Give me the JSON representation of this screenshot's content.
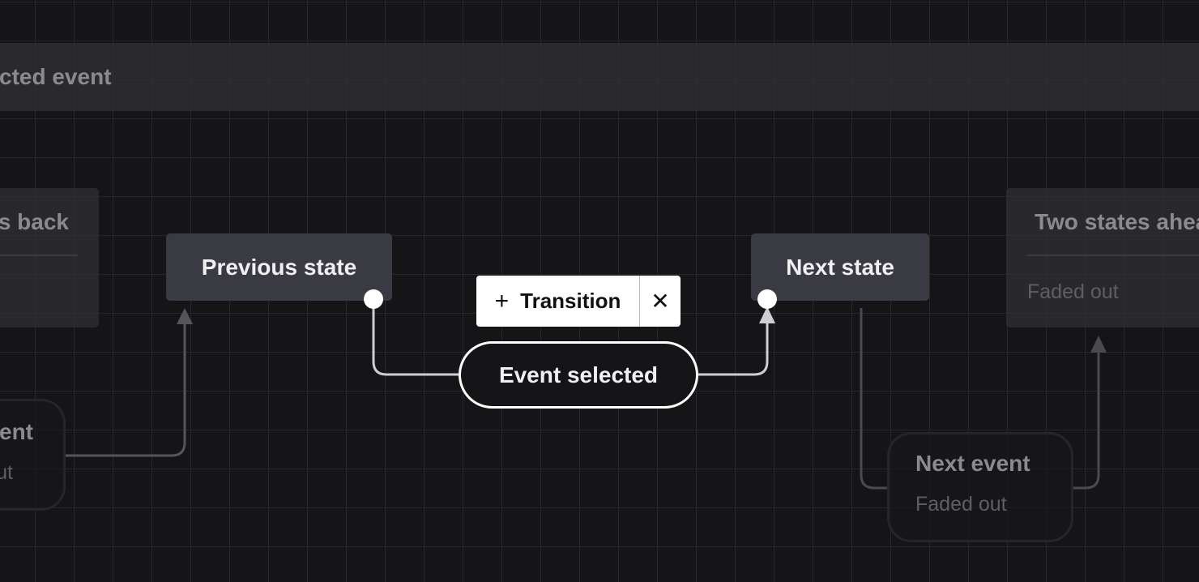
{
  "banner": {
    "label": "cted event"
  },
  "nodes": {
    "left_faded_state": {
      "title": "s back"
    },
    "left_faded_event": {
      "title": "ent",
      "subtitle": "ut"
    },
    "previous_state": {
      "title": "Previous state"
    },
    "next_state": {
      "title": "Next state"
    },
    "selected_event": {
      "title": "Event selected"
    },
    "next_event": {
      "title": "Next event",
      "subtitle": "Faded out"
    },
    "two_states_ahead": {
      "title": "Two states ahead",
      "subtitle": "Faded out"
    }
  },
  "toolbar": {
    "add_label": "Transition",
    "add_icon": "plus-icon",
    "close_icon": "close-icon"
  },
  "colors": {
    "background": "#151518",
    "state": "#3a3a42",
    "highlight": "#ffffff",
    "faded_text": "#8a8a90"
  }
}
